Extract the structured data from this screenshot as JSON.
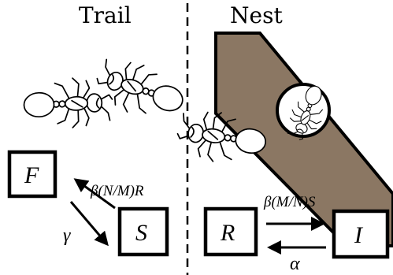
{
  "headers": {
    "trail": "Trail",
    "nest": "Nest"
  },
  "compartments": {
    "F": {
      "label": "F"
    },
    "S": {
      "label": "S"
    },
    "R": {
      "label": "R"
    },
    "I": {
      "label": "I"
    }
  },
  "rates": {
    "s_to_f": "β(N/M)R",
    "f_to_s": "γ",
    "r_to_i": "β(M/N)S",
    "i_to_r": "α"
  },
  "colors": {
    "nest_band": "#8b7763",
    "ink": "#000000",
    "background": "#ffffff"
  }
}
